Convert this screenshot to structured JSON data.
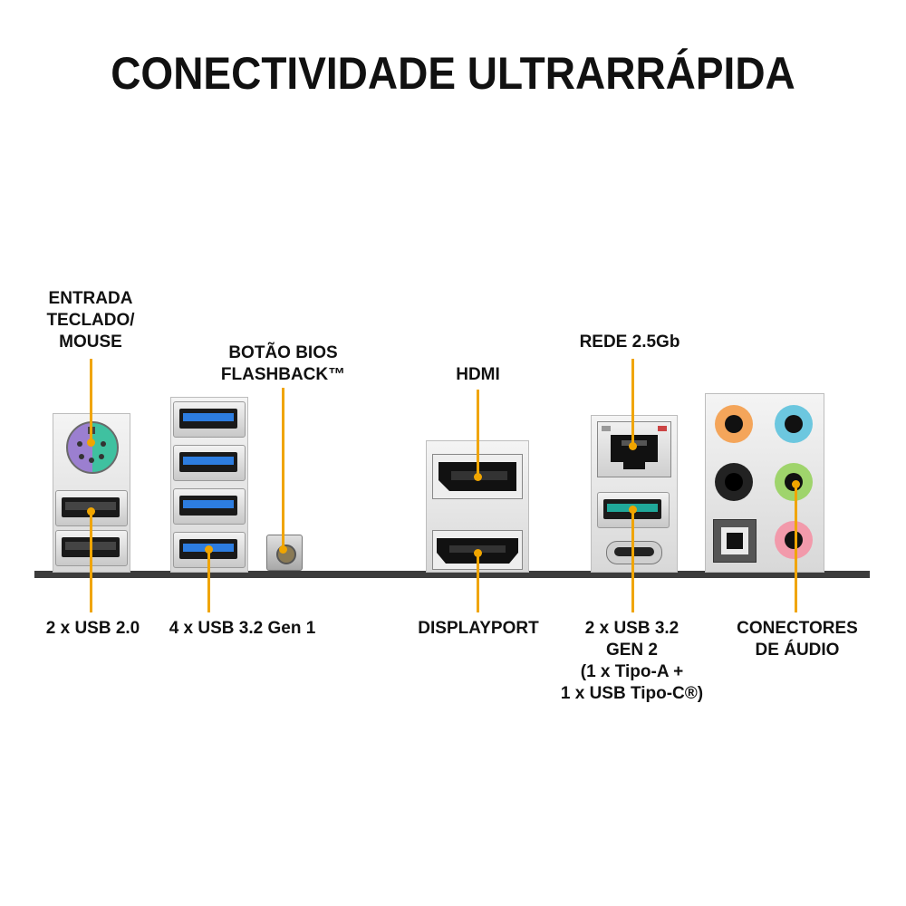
{
  "title": "CONECTIVIDADE ULTRARRÁPIDA",
  "labels": {
    "ps2": [
      "ENTRADA",
      "TECLADO/",
      "MOUSE"
    ],
    "bios_flashback": [
      "BOTÃO BIOS",
      "FLASHBACK™"
    ],
    "hdmi": [
      "HDMI"
    ],
    "lan": [
      "REDE 2.5Gb"
    ],
    "usb20": [
      "2 x USB 2.0"
    ],
    "usb32g1": [
      "4 x USB 3.2 Gen 1"
    ],
    "displayport": [
      "DISPLAYPORT"
    ],
    "usb32g2": [
      "2 x USB 3.2",
      "GEN 2",
      "(1 x Tipo-A +",
      "1 x USB Tipo-C®)"
    ],
    "audio": [
      "CONECTORES",
      "DE ÁUDIO"
    ]
  },
  "colors": {
    "leader": "#f0a500",
    "usb3_blue": "#2d7de0",
    "usb32g2_teal": "#20a89a",
    "ps2_purple": "#9b7fd0",
    "ps2_green": "#3fc1a0",
    "audio_orange": "#f4a55a",
    "audio_blue": "#6cc7df",
    "audio_black": "#222222",
    "audio_green": "#9fd46c",
    "audio_pink": "#f29aab"
  },
  "icons": [
    "ps2-port-icon",
    "usb-a-port-icon",
    "bios-button-icon",
    "displayport-port-icon",
    "hdmi-port-icon",
    "ethernet-port-icon",
    "usb-c-port-icon",
    "audio-jack-icon",
    "optical-spdif-icon"
  ]
}
